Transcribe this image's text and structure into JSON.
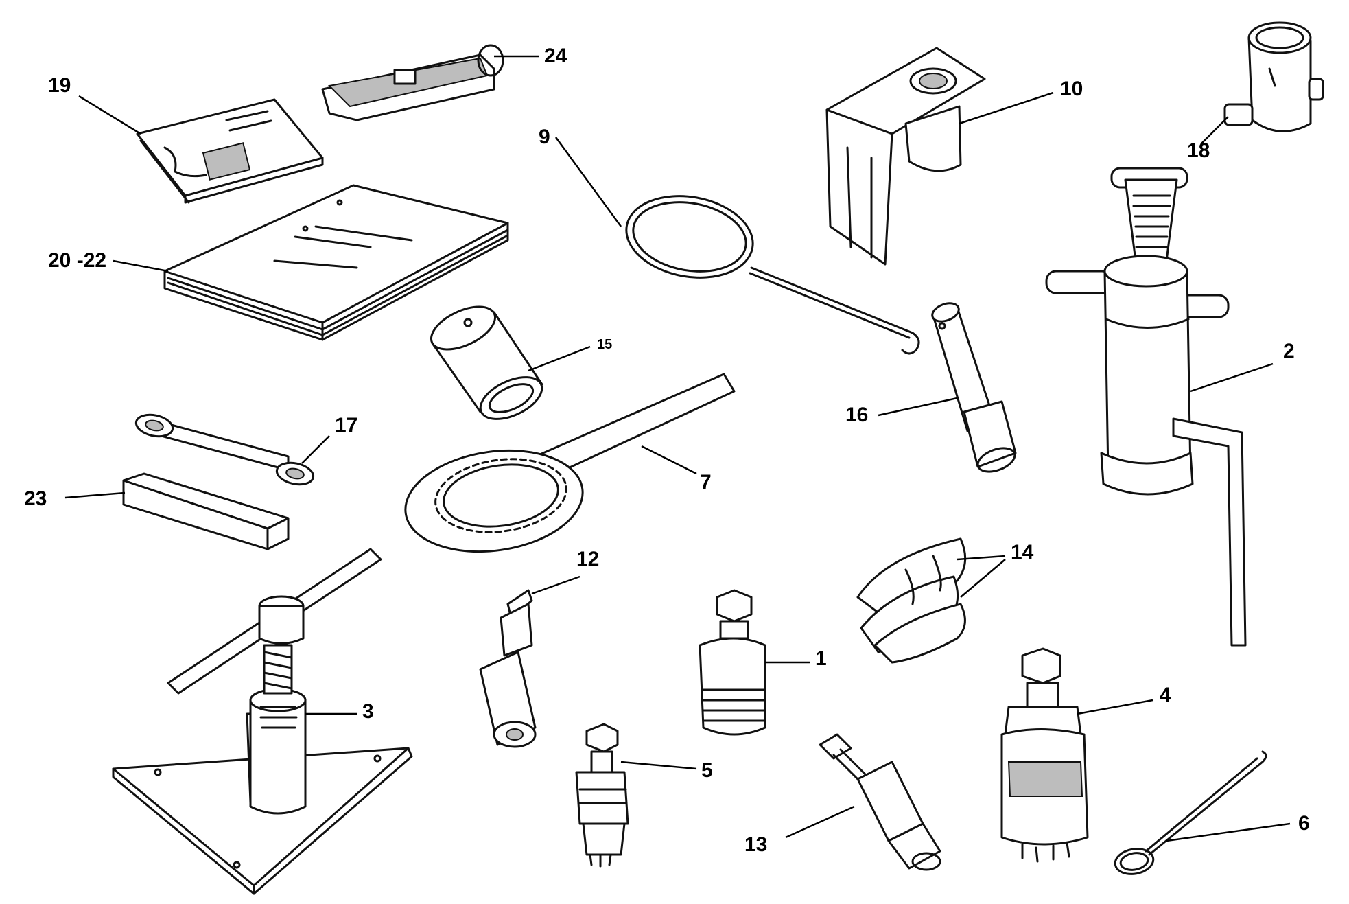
{
  "colors": {
    "ink": "#111111",
    "paper": "#ffffff",
    "shading": "#bdbdbd"
  },
  "callouts": {
    "c1": "1",
    "c2": "2",
    "c3": "3",
    "c4": "4",
    "c5": "5",
    "c6": "6",
    "c7": "7",
    "c9": "9",
    "c10": "10",
    "c12": "12",
    "c13": "13",
    "c14": "14",
    "c15": "15",
    "c16": "16",
    "c17": "17",
    "c18": "18",
    "c19": "19",
    "c20_22": "20 -22",
    "c23": "23",
    "c24": "24"
  }
}
